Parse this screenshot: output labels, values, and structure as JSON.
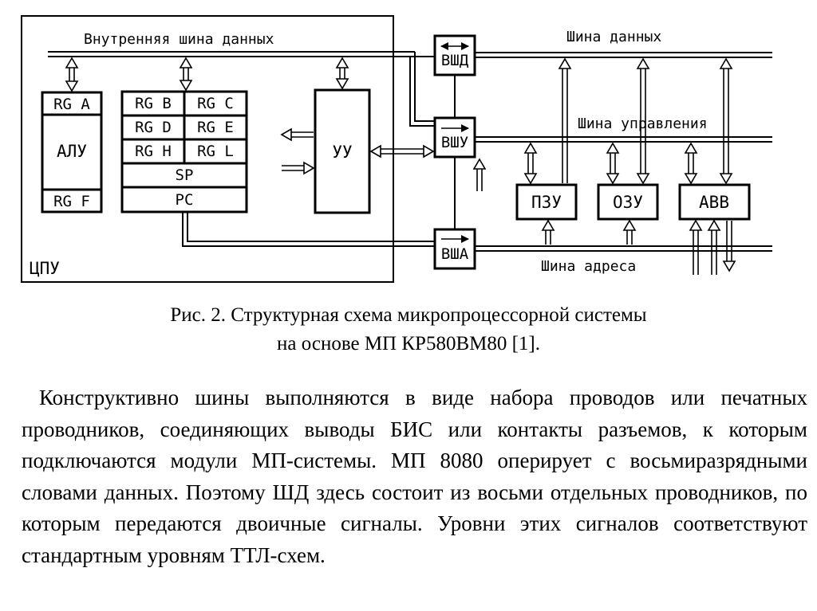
{
  "diagram": {
    "cpu_label": "ЦПУ",
    "internal_bus_label": "Внутренняя шина данных",
    "blocks": {
      "rg_a": "RG A",
      "alu": "АЛУ",
      "rg_f": "RG F",
      "rg_b": "RG B",
      "rg_c": "RG C",
      "rg_d": "RG D",
      "rg_e": "RG E",
      "rg_h": "RG H",
      "rg_l": "RG L",
      "sp": "SP",
      "pc": "PC",
      "uu": "УУ",
      "bshd": "ВШД",
      "bshu": "ВШУ",
      "bsha": "ВША",
      "pzu": "ПЗУ",
      "ozu": "ОЗУ",
      "avv": "АВВ"
    },
    "buses": {
      "data": "Шина данных",
      "control": "Шина управления",
      "address": "Шина адреса"
    }
  },
  "caption": {
    "line1": "Рис. 2. Структурная схема микропроцессорной системы",
    "line2": "на основе МП КР580ВМ80 [1]."
  },
  "body_text": "Конструктивно шины выполняются в виде набора проводов или печатных проводников, соединяющих выводы БИС или контакты разъемов, к которым подключаются модули МП-системы. МП 8080 оперирует с восьмиразрядными словами данных. Поэтому ШД здесь состоит из восьми отдельных проводников, по которым передаются двоичные сигналы. Уровни этих сигналов соответствуют стандартным уровням ТТЛ-схем."
}
